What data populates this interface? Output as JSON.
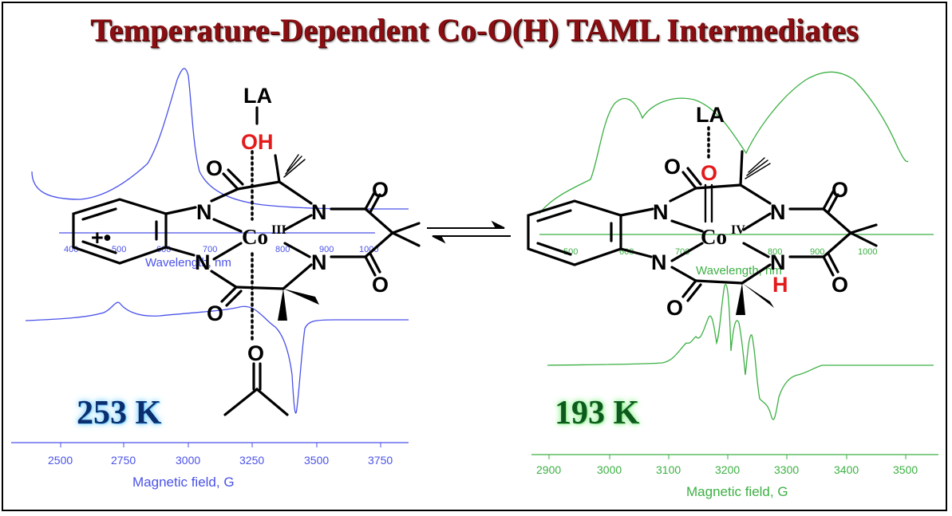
{
  "title": "Temperature-Dependent Co-O(H) TAML Intermediates",
  "left": {
    "temperature": "253 K",
    "color": "#4a52e8",
    "epr_axis": {
      "label": "Magnetic field, G",
      "ticks": [
        "2500",
        "2750",
        "3000",
        "3250",
        "3500",
        "3750"
      ]
    },
    "uv_axis": {
      "label": "Wavelength, nm",
      "ticks": [
        "400",
        "500",
        "600",
        "700",
        "800",
        "900",
        "1000"
      ]
    },
    "molecule": {
      "axial_top": "LA",
      "axial_top_group": "OH",
      "metal": "Co",
      "oxidation_state": "III",
      "radical_label": "+•",
      "atoms_N": [
        "N",
        "N",
        "N",
        "N"
      ],
      "atoms_O": [
        "O",
        "O",
        "O",
        "O",
        "O"
      ]
    }
  },
  "right": {
    "temperature": "193 K",
    "color": "#3cb043",
    "epr_axis": {
      "label": "Magnetic field, G",
      "ticks": [
        "2900",
        "3000",
        "3100",
        "3200",
        "3300",
        "3400",
        "3500"
      ]
    },
    "uv_axis": {
      "label": "Wavelength, nm",
      "ticks": [
        "500",
        "600",
        "700",
        "800",
        "900",
        "1000"
      ]
    },
    "molecule": {
      "axial_top": "LA",
      "axial_group": "O",
      "metal": "Co",
      "oxidation_state": "IV",
      "proton_label": "H",
      "atoms_N": [
        "N",
        "N",
        "N",
        "N"
      ],
      "atoms_O": [
        "O",
        "O",
        "O",
        "O"
      ]
    }
  },
  "colors": {
    "title": "#8b0f12",
    "highlight": "#e31b1b"
  },
  "icons": [
    "equilibrium-arrows-icon"
  ]
}
